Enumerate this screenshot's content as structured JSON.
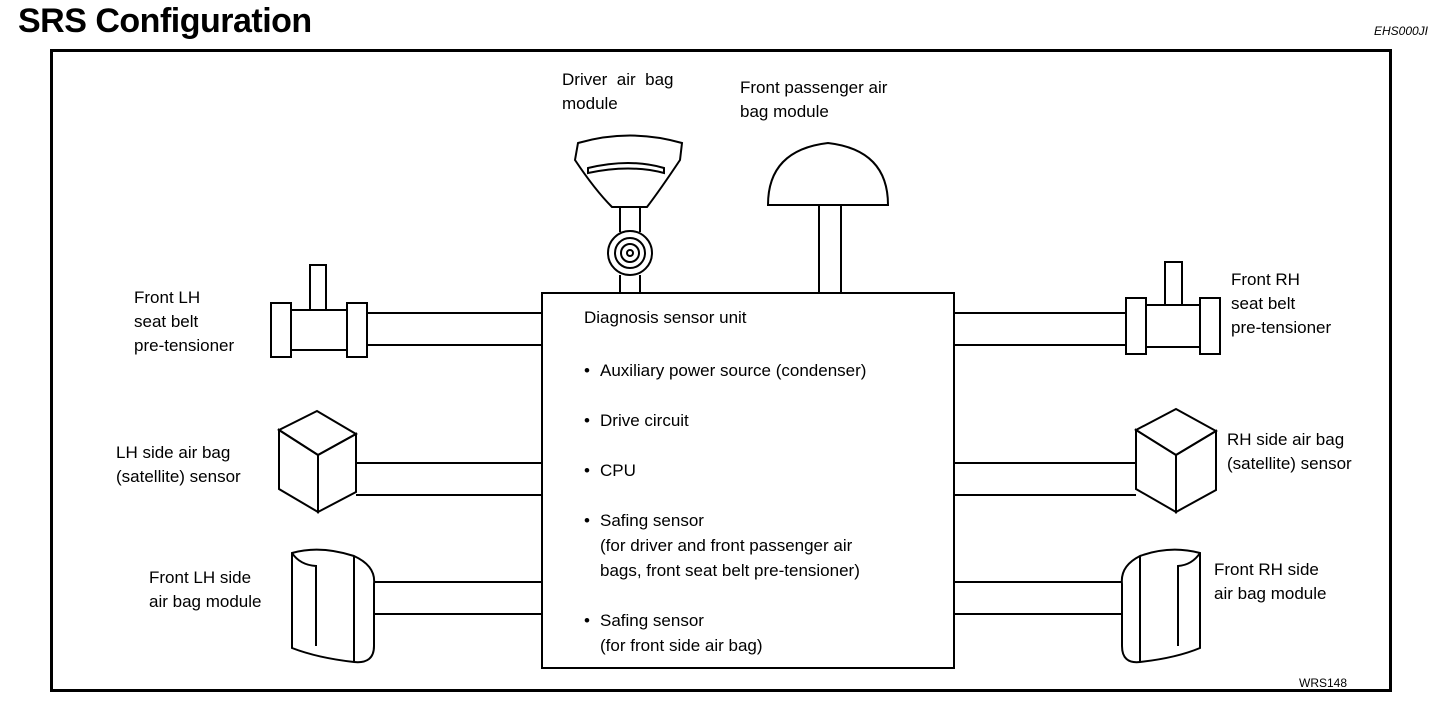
{
  "title": "SRS Configuration",
  "ref_code": "EHS000JI",
  "figure_code": "WRS148",
  "center_unit": {
    "title": "Diagnosis sensor unit",
    "items": [
      "Auxiliary power source (condenser)",
      "Drive circuit",
      "CPU",
      "Safing sensor\n(for driver and front passenger air\nbags, front seat belt pre-tensioner)",
      "Safing sensor\n(for front side air bag)"
    ]
  },
  "components": {
    "driver_airbag": "Driver  air  bag\nmodule",
    "passenger_airbag": "Front passenger air\nbag module",
    "lh_pretensioner": "Front LH\nseat belt\npre-tensioner",
    "rh_pretensioner": "Front RH\nseat belt\npre-tensioner",
    "lh_side_sensor": "LH side air bag\n(satellite) sensor",
    "rh_side_sensor": "RH side air bag\n(satellite) sensor",
    "lh_side_airbag": "Front LH side\nair bag module",
    "rh_side_airbag": "Front RH side\nair bag module"
  },
  "colors": {
    "line": "#000000",
    "background": "#ffffff"
  }
}
